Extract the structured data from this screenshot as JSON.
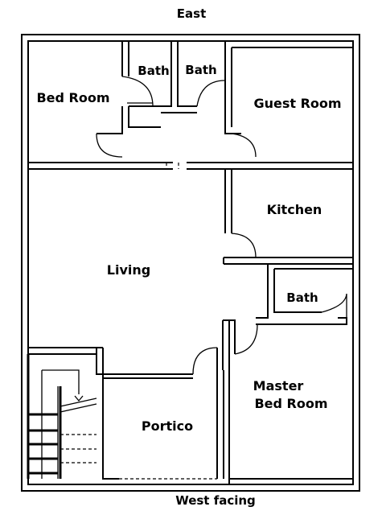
{
  "plan": {
    "compass_top": "East",
    "compass_bottom": "West facing",
    "rooms": {
      "bed_room": "Bed Room",
      "bath_1": "Bath",
      "bath_2": "Bath",
      "guest_room": "Guest Room",
      "kitchen": "Kitchen",
      "living": "Living",
      "bath_3": "Bath",
      "master_line1": "Master",
      "master_line2": "Bed Room",
      "portico": "Portico"
    }
  }
}
